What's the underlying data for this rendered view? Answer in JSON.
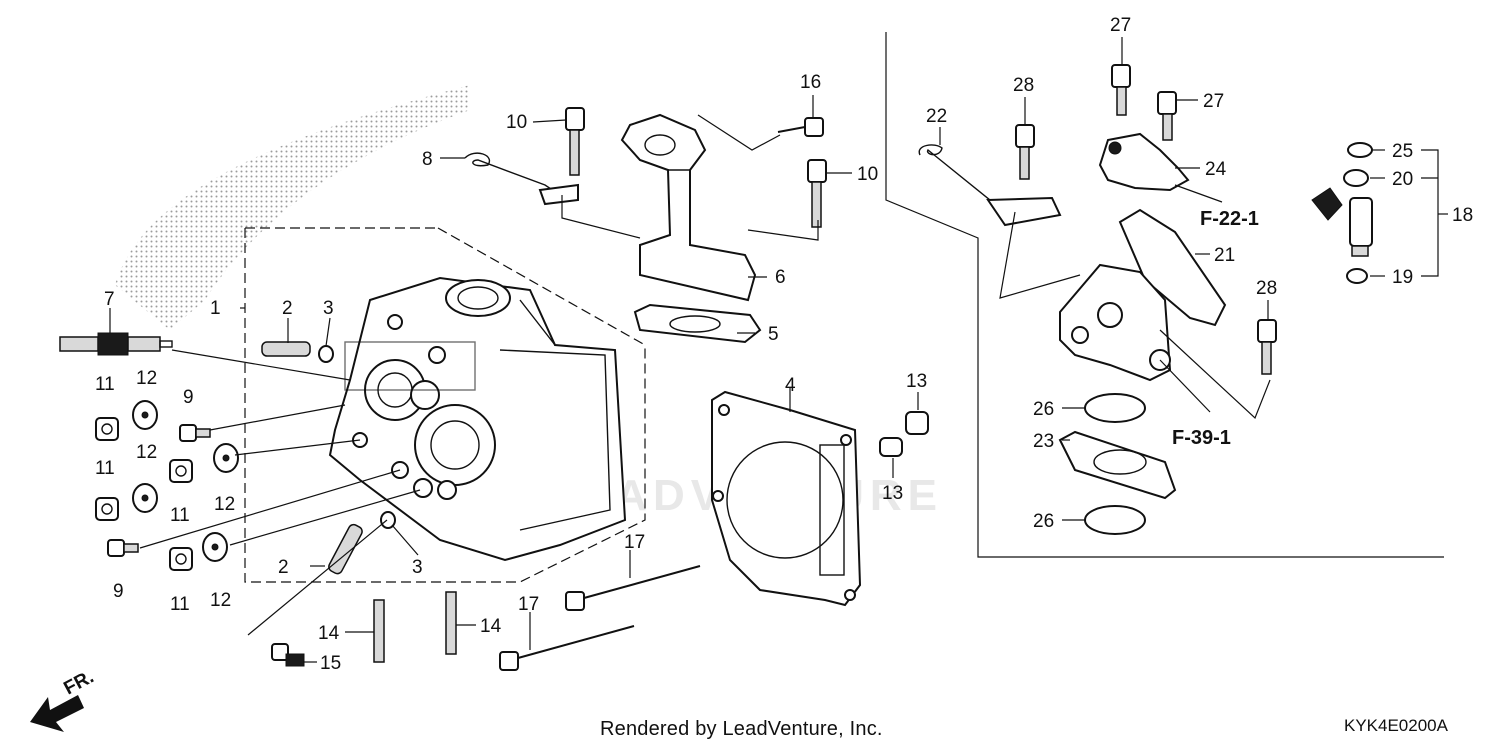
{
  "diagram": {
    "callouts": [
      {
        "id": "c1",
        "text": "1"
      },
      {
        "id": "c2a",
        "text": "2"
      },
      {
        "id": "c2b",
        "text": "2"
      },
      {
        "id": "c3a",
        "text": "3"
      },
      {
        "id": "c3b",
        "text": "3"
      },
      {
        "id": "c4",
        "text": "4"
      },
      {
        "id": "c5",
        "text": "5"
      },
      {
        "id": "c6",
        "text": "6"
      },
      {
        "id": "c7",
        "text": "7"
      },
      {
        "id": "c8",
        "text": "8"
      },
      {
        "id": "c9a",
        "text": "9"
      },
      {
        "id": "c9b",
        "text": "9"
      },
      {
        "id": "c10a",
        "text": "10"
      },
      {
        "id": "c10b",
        "text": "10"
      },
      {
        "id": "c11a",
        "text": "11"
      },
      {
        "id": "c11b",
        "text": "11"
      },
      {
        "id": "c11c",
        "text": "11"
      },
      {
        "id": "c11d",
        "text": "11"
      },
      {
        "id": "c12a",
        "text": "12"
      },
      {
        "id": "c12b",
        "text": "12"
      },
      {
        "id": "c12c",
        "text": "12"
      },
      {
        "id": "c12d",
        "text": "12"
      },
      {
        "id": "c13a",
        "text": "13"
      },
      {
        "id": "c13b",
        "text": "13"
      },
      {
        "id": "c14a",
        "text": "14"
      },
      {
        "id": "c14b",
        "text": "14"
      },
      {
        "id": "c15",
        "text": "15"
      },
      {
        "id": "c16",
        "text": "16"
      },
      {
        "id": "c17a",
        "text": "17"
      },
      {
        "id": "c17b",
        "text": "17"
      },
      {
        "id": "c18",
        "text": "18"
      },
      {
        "id": "c19",
        "text": "19"
      },
      {
        "id": "c20",
        "text": "20"
      },
      {
        "id": "c21",
        "text": "21"
      },
      {
        "id": "c22",
        "text": "22"
      },
      {
        "id": "c23",
        "text": "23"
      },
      {
        "id": "c24",
        "text": "24"
      },
      {
        "id": "c25",
        "text": "25"
      },
      {
        "id": "c26a",
        "text": "26"
      },
      {
        "id": "c26b",
        "text": "26"
      },
      {
        "id": "c27a",
        "text": "27"
      },
      {
        "id": "c27b",
        "text": "27"
      },
      {
        "id": "c28a",
        "text": "28"
      },
      {
        "id": "c28b",
        "text": "28"
      }
    ],
    "references": [
      {
        "id": "r1",
        "text": "F-22-1"
      },
      {
        "id": "r2",
        "text": "F-39-1"
      }
    ],
    "front_label": "FR.",
    "watermark": "LEADVENTURE",
    "footer": "Rendered by LeadVenture, Inc.",
    "diagram_code": "KYK4E0200A"
  }
}
